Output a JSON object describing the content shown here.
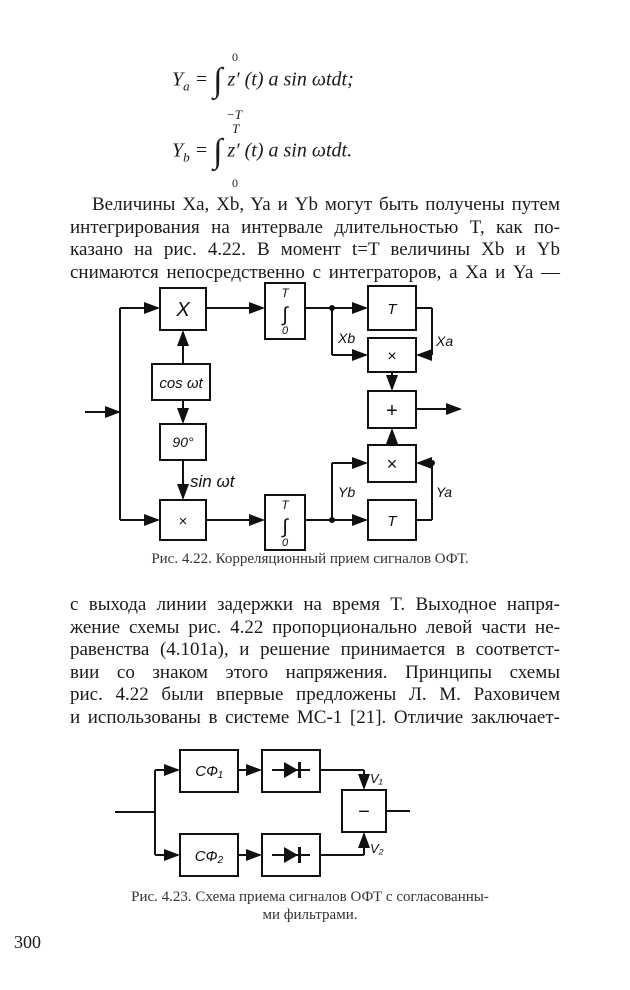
{
  "formulas": {
    "ya": {
      "lhs": "Y",
      "sub": "a",
      "eq": "=",
      "upper": "0",
      "lower": "−T",
      "integrand": "z′ (t) a sin ωtdt;"
    },
    "yb": {
      "lhs": "Y",
      "sub": "b",
      "eq": "=",
      "upper": "T",
      "lower": "0",
      "integrand": "z′ (t) a sin ωtdt."
    }
  },
  "paragraph1": [
    "Величины Xa, Xb, Ya и Yb могут быть получены путем",
    "интегрирования на интервале длительностью T, как по-",
    "казано на рис. 4.22. В момент t=T величины Xb и Yb",
    "снимаются непосредственно с интеграторов, а Xa и Ya —"
  ],
  "figure422": {
    "mult_top": "X",
    "integrator_upper": "T",
    "integrator_lower": "0",
    "delay_top": "T",
    "mult_x": "×",
    "sum": "+",
    "mult_y": "×",
    "delay_bottom": "T",
    "cos": "cos ωt",
    "phase": "90°",
    "sin": "sin ωt",
    "mult_bottom": "×",
    "label_xb": "Xb",
    "label_xa": "Xa",
    "label_yb": "Yb",
    "label_ya": "Ya",
    "caption": "Рис. 4.22. Корреляционный прием сигналов ОФТ."
  },
  "paragraph2": [
    "с выхода линии задержки на время T. Выходное напря-",
    "жение схемы рис. 4.22 пропорционально левой части не-",
    "равенства (4.101а), и решение принимается в соответст-",
    "вии со знаком этого напряжения. Принципы схемы",
    "рис. 4.22 были впервые предложены Л. М. Раховичем",
    "и использованы в системе МС-1 [21]. Отличие заключает-"
  ],
  "figure423": {
    "filter1": "СФ₁",
    "filter2": "СФ₂",
    "subtract": "−",
    "v1": "V₁",
    "v2": "V₂",
    "caption_line1": "Рис. 4.23. Схема приема сигналов ОФТ с согласованны-",
    "caption_line2": "ми фильтрами."
  },
  "page_number": "300"
}
